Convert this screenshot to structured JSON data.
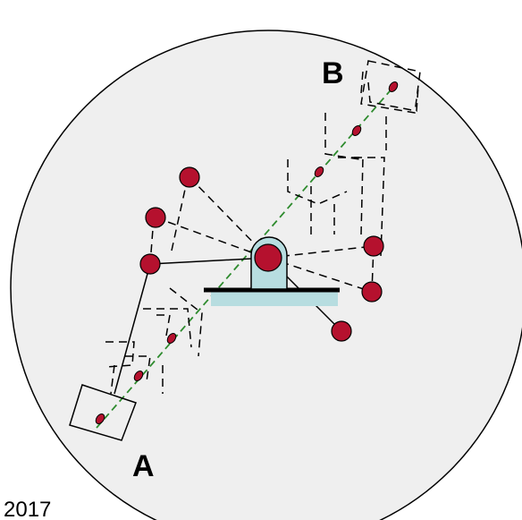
{
  "labels": {
    "start": "A",
    "end": "B"
  },
  "footer_text": "2017",
  "colors": {
    "background_disc": "#efefef",
    "joint_red": "#b5112e",
    "base_fill": "#b7dde0",
    "trajectory": "#2e8b2e",
    "outline": "#000000"
  }
}
